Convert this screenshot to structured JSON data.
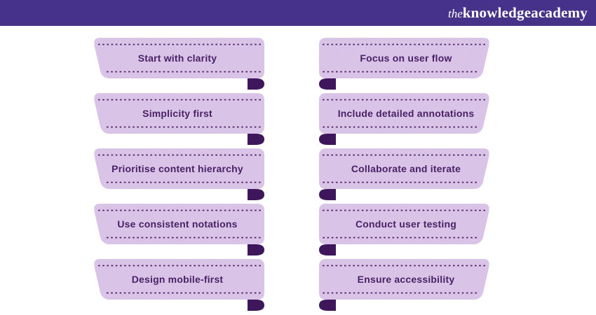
{
  "header": {
    "logo": {
      "the": "the",
      "knowledge": "knowledge",
      "academy": "academy"
    }
  },
  "columns": {
    "left": [
      "Start with clarity",
      "Simplicity first",
      "Prioritise content hierarchy",
      "Use consistent notations",
      "Design mobile-first"
    ],
    "right": [
      "Focus on user flow",
      "Include detailed annotations",
      "Collaborate and iterate",
      "Conduct user testing",
      "Ensure accessibility"
    ]
  },
  "colors": {
    "header_bar": "#473289",
    "card_fill": "#d9c4e8",
    "card_accent": "#4b2167",
    "fold": "#3e165c",
    "text": "#4a2166"
  }
}
